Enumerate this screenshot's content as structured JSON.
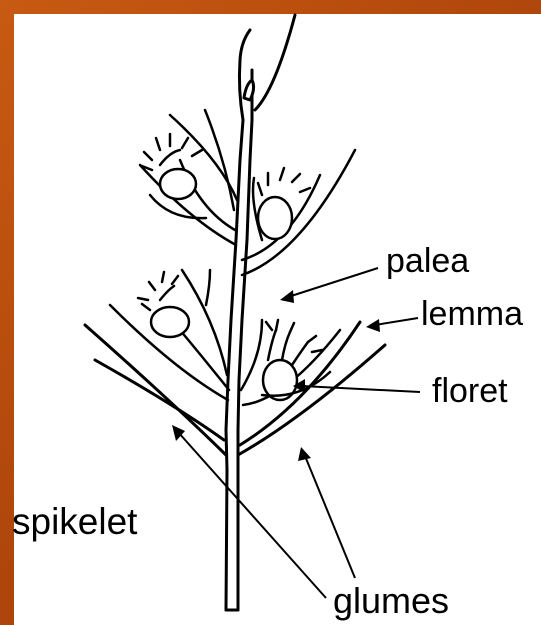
{
  "diagram": {
    "labels": {
      "palea": "palea",
      "lemma": "lemma",
      "floret": "floret",
      "spikelet": "spikelet",
      "glumes": "glumes"
    }
  },
  "colors": {
    "background": "#b8500e",
    "panel": "#ffffff",
    "ink": "#000000"
  }
}
